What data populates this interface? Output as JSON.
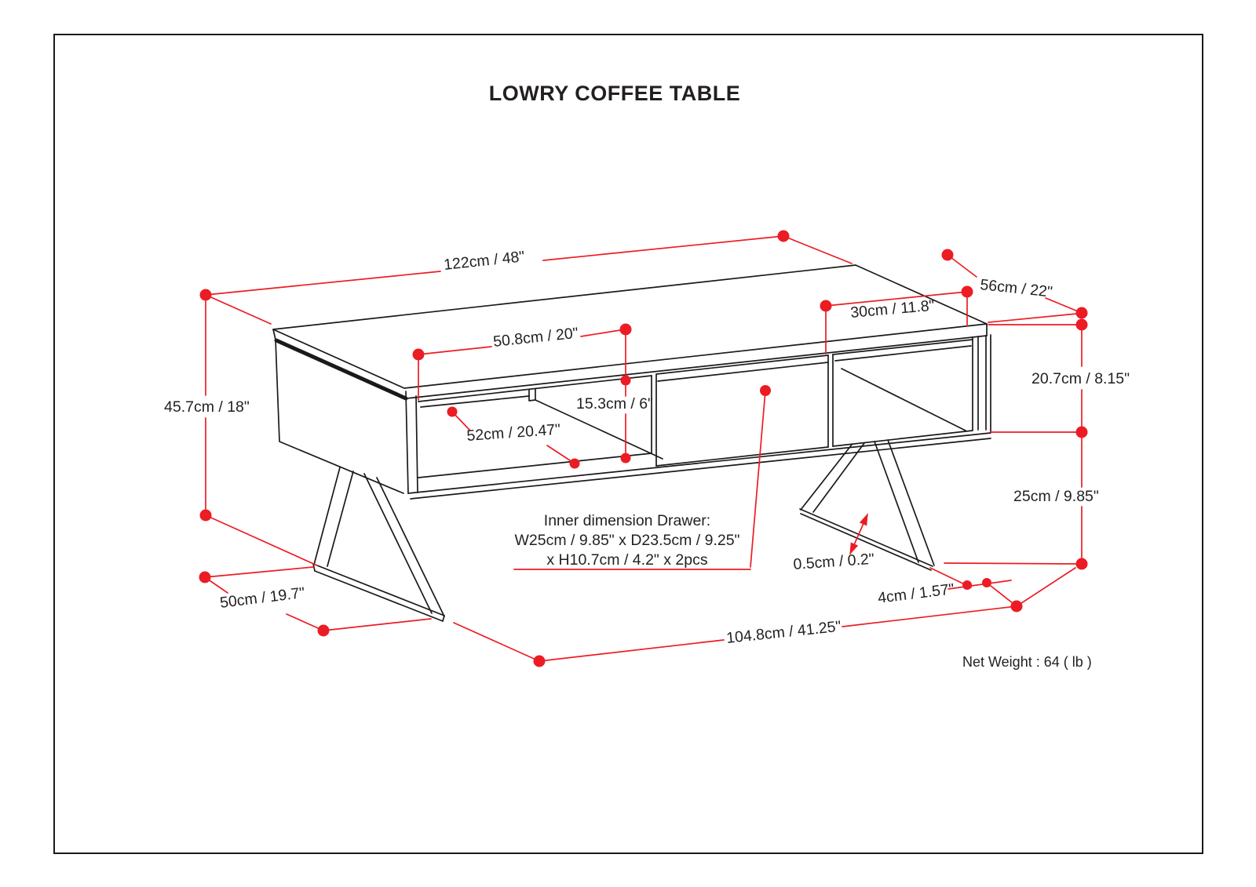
{
  "title": "LOWRY COFFEE TABLE",
  "net_weight": "Net Weight : 64 ( lb )",
  "colors": {
    "accent": "#ec1c24",
    "line": "#1a1a1a"
  },
  "dimensions": {
    "overall_length": "122cm / 48\"",
    "overall_depth": "56cm / 22\"",
    "overall_height": "45.7cm / 18\"",
    "shelf_opening_width": "50.8cm / 20\"",
    "shelf_opening_height": "15.3cm / 6\"",
    "shelf_depth_top": "30cm / 11.8\"",
    "shelf_diagonal": "52cm / 20.47\"",
    "apron_height": "20.7cm / 8.15\"",
    "leg_clearance": "25cm / 9.85\"",
    "leg_rail_thickness": "0.5cm / 0.2\"",
    "leg_bar_width": "4cm / 1.57\"",
    "leg_footprint_depth": "50cm / 19.7\"",
    "leg_span_length": "104.8cm / 41.25\"",
    "drawer_note": {
      "line1": "Inner dimension Drawer:",
      "line2": "W25cm / 9.85\" x D23.5cm / 9.25\"",
      "line3": "x H10.7cm / 4.2\" x 2pcs"
    }
  }
}
